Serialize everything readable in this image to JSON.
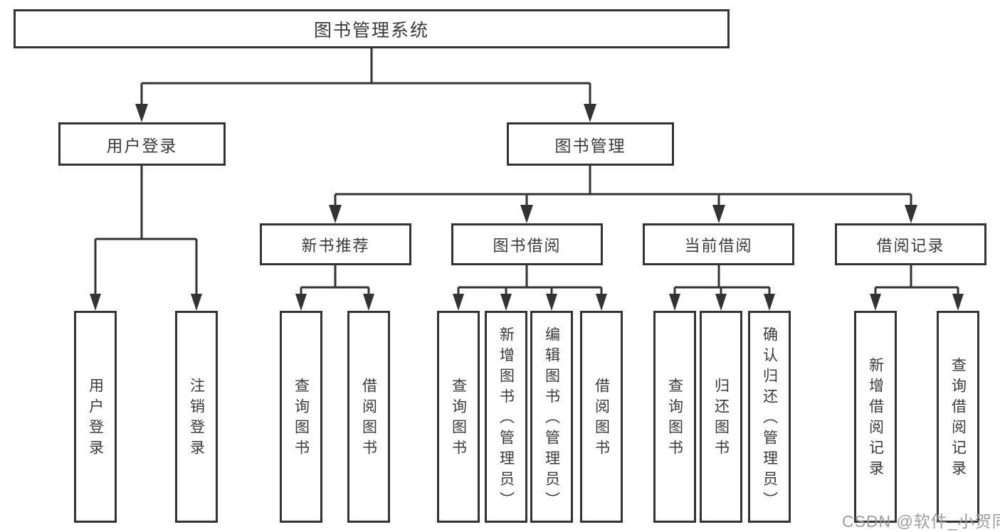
{
  "diagram": {
    "title": "图书管理系统",
    "root": {
      "label": "图书管理系统"
    },
    "level2": [
      {
        "label": "用户登录"
      },
      {
        "label": "图书管理"
      }
    ],
    "level3": [
      {
        "label": "新书推荐"
      },
      {
        "label": "图书借阅"
      },
      {
        "label": "当前借阅"
      },
      {
        "label": "借阅记录"
      }
    ],
    "leaves": [
      "用户登录",
      "注销登录",
      "查询图书",
      "借阅图书",
      "查询图书",
      "新增图书（管理员）",
      "编辑图书（管理员）",
      "借阅图书",
      "查询图书",
      "归还图书",
      "确认归还（管理员）",
      "新增借阅记录",
      "查询借阅记录"
    ]
  },
  "watermark": {
    "text": "CSDN @软件_小贺同学",
    "color": "#9c9c9c"
  },
  "colors": {
    "line": "#333333",
    "box_border": "#333333",
    "box_fill": "#ffffff",
    "text": "#3a3a3a",
    "background": "#ffffff"
  }
}
